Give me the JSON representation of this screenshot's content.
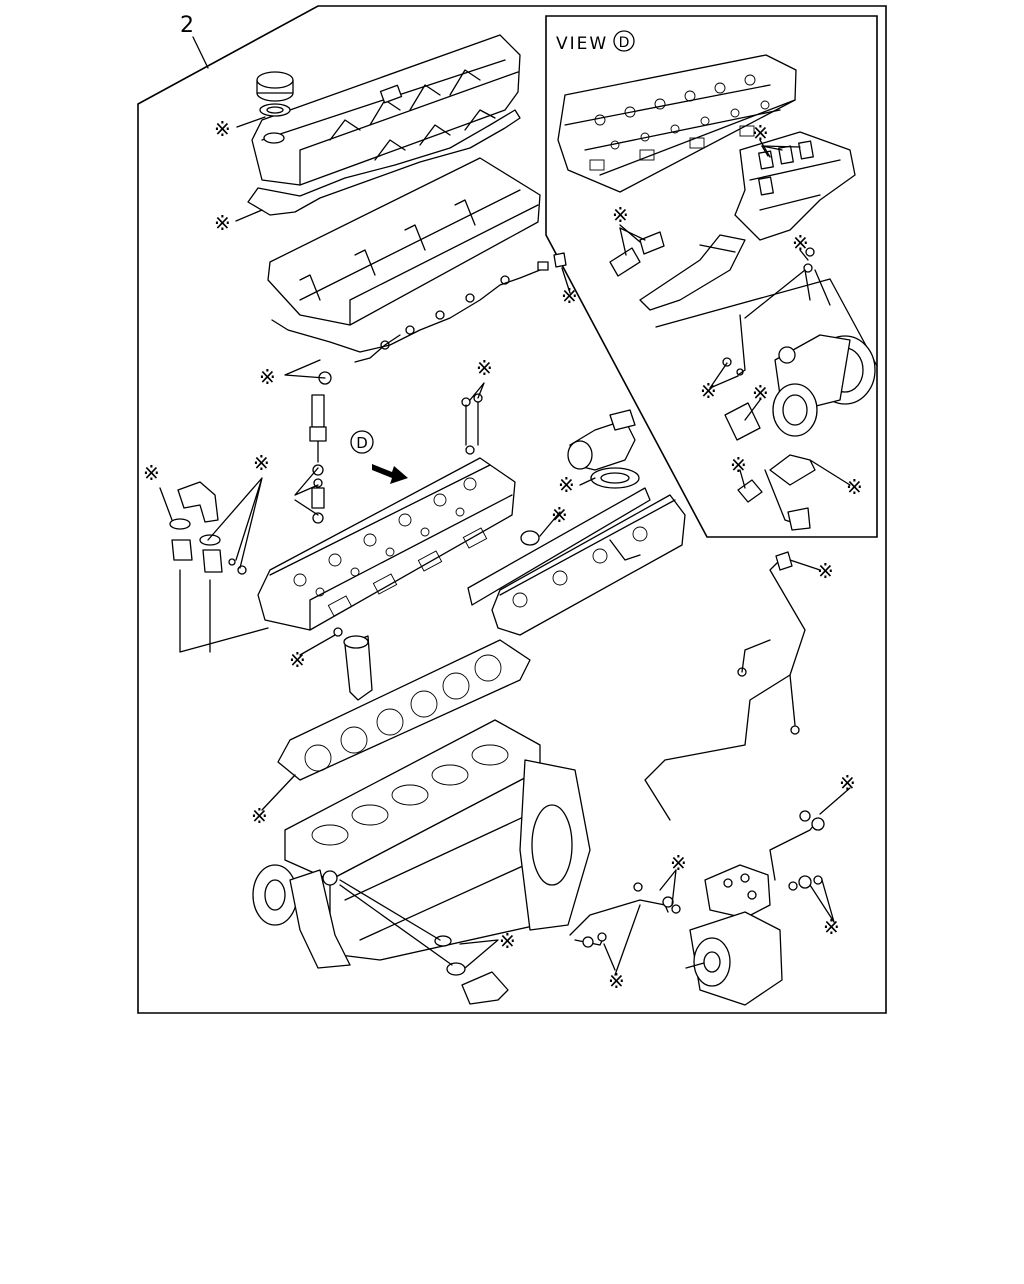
{
  "diagram": {
    "ref_number": "2",
    "view_label": "VIEW",
    "view_letter": "D",
    "callout_letter": "D",
    "mark_glyph": "※"
  }
}
